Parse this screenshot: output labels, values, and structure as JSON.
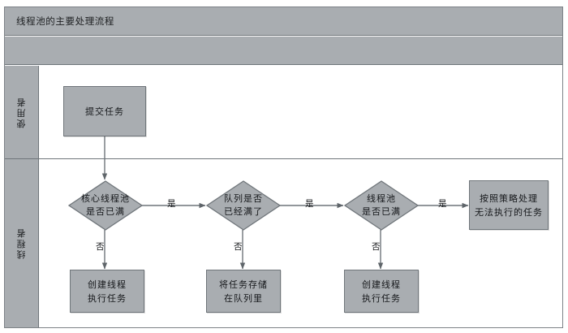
{
  "diagram": {
    "title": "线程池的主要处理流程",
    "subtitle": "",
    "lanes": [
      {
        "label": "使用者"
      },
      {
        "label": "线程者"
      }
    ],
    "nodes": {
      "submit_task": "提交任务",
      "core_pool_full": "核心线程池\n是否已满",
      "core_pool_full_line1": "核心线程池",
      "core_pool_full_line2": "是否已满",
      "queue_full_line1": "队列是否",
      "queue_full_line2": "已经满了",
      "pool_full_line1": "线程池",
      "pool_full_line2": "是否已满",
      "reject_policy_line1": "按照策略处理",
      "reject_policy_line2": "无法执行的任务",
      "create_thread_a_line1": "创建线程",
      "create_thread_a_line2": "执行任务",
      "store_queue_line1": "将任务存储",
      "store_queue_line2": "在队列里",
      "create_thread_b_line1": "创建线程",
      "create_thread_b_line2": "执行任务"
    },
    "edges": {
      "yes_1": "是",
      "yes_2": "是",
      "yes_3": "是",
      "no_1": "否",
      "no_2": "否",
      "no_3": "否"
    },
    "colors": {
      "shape_fill": "#a9adb1",
      "shape_stroke": "#6f757a",
      "frame_stroke": "#7d8287",
      "canvas": "#ffffff",
      "text": "#15171a",
      "wire": "#6f757a"
    }
  }
}
